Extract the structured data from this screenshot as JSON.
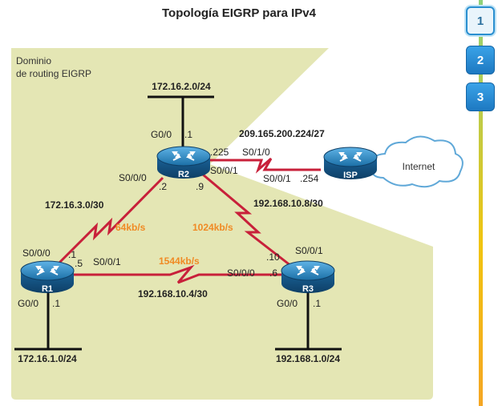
{
  "title": "Topología EIGRP para IPv4",
  "zone_label": [
    "Dominio",
    "de routing EIGRP"
  ],
  "routers": {
    "R1": {
      "name": "R1"
    },
    "R2": {
      "name": "R2"
    },
    "R3": {
      "name": "R3"
    },
    "ISP": {
      "name": "ISP"
    }
  },
  "cloud": {
    "label": "Internet"
  },
  "networks": {
    "r2_lan": "172.16.2.0/24",
    "r1_lan": "172.16.1.0/24",
    "r3_lan": "192.168.1.0/24",
    "r1_r2": "172.16.3.0/30",
    "r2_r3": "192.168.10.8/30",
    "r1_r3": "192.168.10.4/30",
    "r2_isp": "209.165.200.224/27"
  },
  "speeds": {
    "r1_r2": "64kb/s",
    "r2_r3": "1024kb/s",
    "r1_r3": "1544kb/s"
  },
  "labels": {
    "r2_g00": "G0/0",
    "r2_g00_host": ".1",
    "r2_s000": "S0/0/0",
    "r2_s000_host": ".2",
    "r2_s001_r3_host": ".9",
    "r2_isp_host": ".225",
    "r2_s010": "S0/1/0",
    "r2_s001": "S0/0/1",
    "isp_s001": "S0/0/1",
    "isp_host": ".254",
    "r1_s000": "S0/0/0",
    "r1_s000_host": ".1",
    "r1_s001": "S0/0/1",
    "r1_s001_host": ".5",
    "r1_g00": "G0/0",
    "r1_g00_host": ".1",
    "r3_s001": "S0/0/1",
    "r3_s001_host": ".10",
    "r3_s000": "S0/0/0",
    "r3_s000_host": ".6",
    "r3_g00": "G0/0",
    "r3_g00_host": ".1"
  },
  "nav": {
    "steps": [
      "1",
      "2",
      "3"
    ],
    "active": "1"
  },
  "colors": {
    "zone": "#e4e6b4",
    "serial_link": "#c8203a",
    "lan_line": "#111111",
    "router": "#1b6fa6",
    "speed": "#f08a24"
  }
}
